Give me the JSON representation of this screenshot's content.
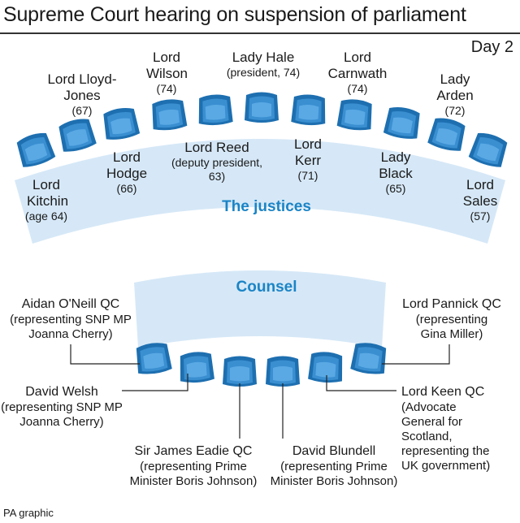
{
  "title": "Supreme Court hearing on suspension of parliament",
  "day": "Day 2",
  "justices_heading": "The justices",
  "counsel_heading": "Counsel",
  "credit": "PA graphic",
  "colors": {
    "seat": "#3a8fd1",
    "seat_dark": "#1d6fb0",
    "bench": "#d6e8f7",
    "accent": "#1b84c6",
    "text": "#1a1a1a"
  },
  "justices": [
    {
      "name": "Lord Kitchin",
      "detail": "(age 64)"
    },
    {
      "name": "Lord Lloyd-Jones",
      "detail": "(67)"
    },
    {
      "name": "Lord Hodge",
      "detail": "(66)"
    },
    {
      "name": "Lord Wilson",
      "detail": "(74)"
    },
    {
      "name": "Lord Reed",
      "detail": "(deputy president, 63)"
    },
    {
      "name": "Lady Hale",
      "detail": "(president, 74)"
    },
    {
      "name": "Lord Kerr",
      "detail": "(71)"
    },
    {
      "name": "Lord Carnwath",
      "detail": "(74)"
    },
    {
      "name": "Lady Black",
      "detail": "(65)"
    },
    {
      "name": "Lady Arden",
      "detail": "(72)"
    },
    {
      "name": "Lord Sales",
      "detail": "(57)"
    }
  ],
  "counsel": [
    {
      "name": "Aidan O'Neill QC",
      "detail": "(representing SNP MP Joanna Cherry)"
    },
    {
      "name": "David Welsh",
      "detail": "(representing SNP MP Joanna Cherry)"
    },
    {
      "name": "Sir James Eadie QC",
      "detail": "(representing Prime Minister Boris Johnson)"
    },
    {
      "name": "David Blundell",
      "detail": "(representing Prime Minister Boris Johnson)"
    },
    {
      "name": "Lord Keen QC",
      "detail": "(Advocate General for Scotland, representing the UK government)"
    },
    {
      "name": "Lord Pannick QC",
      "detail": "(representing Gina Miller)"
    }
  ]
}
